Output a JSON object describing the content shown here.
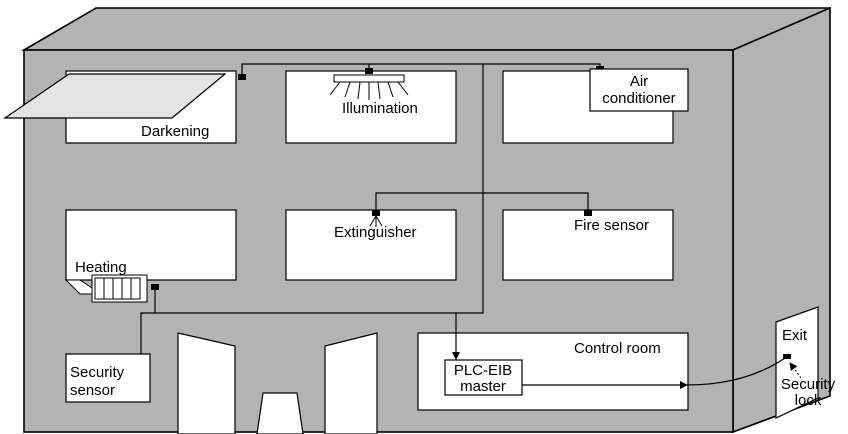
{
  "colors": {
    "wall": "#b3b3b3",
    "room": "#ffffff",
    "line": "#000000",
    "device": "#000000"
  },
  "labels": {
    "darkening": "Darkening",
    "illumination": "Illumination",
    "air_conditioner_line1": "Air",
    "air_conditioner_line2": "conditioner",
    "heating": "Heating",
    "extinguisher": "Extinguisher",
    "fire_sensor": "Fire sensor",
    "control_room": "Control room",
    "plc_eib_line1": "PLC-EIB",
    "plc_eib_line2": "master",
    "security_sensor_line1": "Security",
    "security_sensor_line2": "sensor",
    "exit": "Exit",
    "security_lock_line1": "Security",
    "security_lock_line2": "lock"
  }
}
